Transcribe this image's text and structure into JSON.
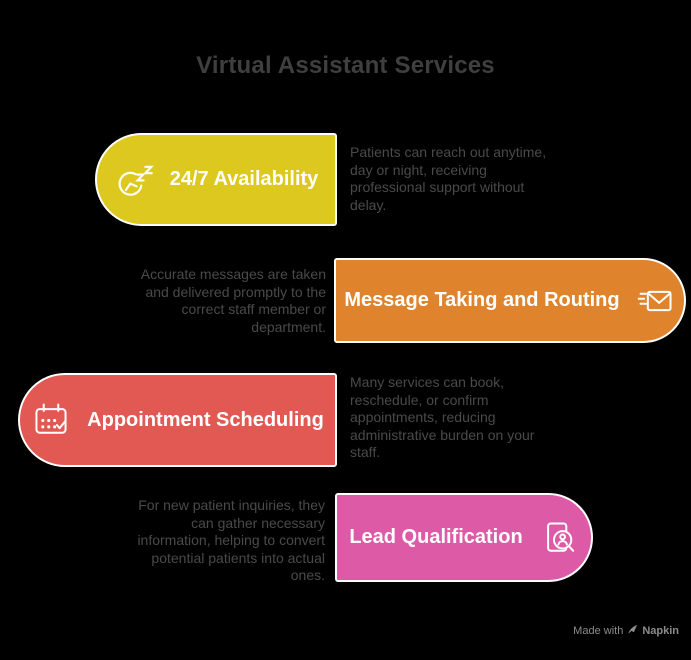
{
  "title": "Virtual Assistant Services",
  "services": [
    {
      "name": "24/7 Availability",
      "icon": "clock-snooze-icon",
      "color": "#dcc81e",
      "description": "Patients can reach out anytime,\nday or night, receiving\nprofessional support without\ndelay."
    },
    {
      "name": "Message Taking and Routing",
      "icon": "envelope-send-icon",
      "color": "#e0832d",
      "description": "Accurate messages are taken\nand delivered promptly to the\ncorrect staff member or\ndepartment."
    },
    {
      "name": "Appointment Scheduling",
      "icon": "calendar-check-icon",
      "color": "#e25852",
      "description": "Many services can book,\nreschedule, or confirm\nappointments, reducing\nadministrative burden on your\nstaff."
    },
    {
      "name": "Lead Qualification",
      "icon": "lead-search-icon",
      "color": "#dd5ba6",
      "description": "For new patient inquiries, they\ncan gather necessary\ninformation, helping to convert\npotential patients into actual\nones."
    }
  ],
  "footer": {
    "made_with": "Made with",
    "brand": "Napkin"
  },
  "colors": {
    "background": "#000000",
    "title_text": "#3f3f3f",
    "description_text": "#4a4a4a",
    "footer_text": "#8c8c8c",
    "card_text": "#ffffff",
    "card_border": "#ffffff"
  }
}
